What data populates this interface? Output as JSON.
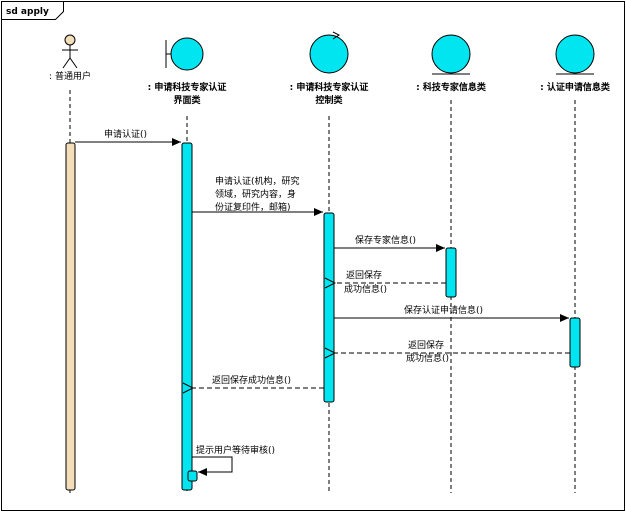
{
  "frame": {
    "title": "sd apply"
  },
  "lifelines": [
    {
      "id": "user",
      "kind": "actor",
      "name_lines": [
        ": 普通用户"
      ]
    },
    {
      "id": "ui",
      "kind": "boundary",
      "name_lines": [
        ": 申请科技专家认证",
        "界面类"
      ]
    },
    {
      "id": "ctrl",
      "kind": "control",
      "name_lines": [
        ": 申请科技专家认证",
        "控制类"
      ]
    },
    {
      "id": "info",
      "kind": "entity",
      "name_lines": [
        ": 科技专家信息类"
      ]
    },
    {
      "id": "cert",
      "kind": "entity",
      "name_lines": [
        ": 认证申请信息类"
      ]
    }
  ],
  "messages": [
    {
      "from": "user",
      "to": "ui",
      "type": "sync",
      "lines": [
        "申请认证()"
      ]
    },
    {
      "from": "ui",
      "to": "ctrl",
      "type": "sync",
      "lines": [
        "申请认证(机构，研究",
        "领域，研究内容，身",
        "份证复印件，邮箱)"
      ]
    },
    {
      "from": "ctrl",
      "to": "info",
      "type": "sync",
      "lines": [
        "保存专家信息()"
      ]
    },
    {
      "from": "info",
      "to": "ctrl",
      "type": "reply",
      "lines": [
        "返回保存",
        "成功信息()"
      ]
    },
    {
      "from": "ctrl",
      "to": "cert",
      "type": "sync",
      "lines": [
        "保存认证申请信息()"
      ]
    },
    {
      "from": "cert",
      "to": "ctrl",
      "type": "reply",
      "lines": [
        "返回保存",
        "成功信息()"
      ]
    },
    {
      "from": "ctrl",
      "to": "ui",
      "type": "reply",
      "lines": [
        "返回保存成功信息()"
      ]
    },
    {
      "from": "ui",
      "to": "ui",
      "type": "self",
      "lines": [
        "提示用户等待审核()"
      ]
    }
  ],
  "colors": {
    "activation_fill": "#00e5f0",
    "entity_fill": "#00e5f0",
    "actor_activation_fill": "#f4deb9",
    "line": "#000000"
  }
}
